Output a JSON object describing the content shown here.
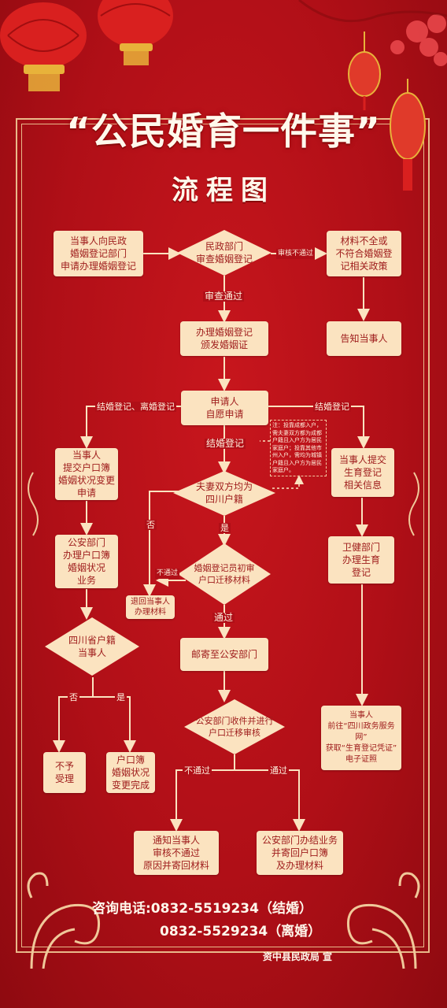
{
  "title": "“公民婚育一件事”",
  "subtitle": "流程图",
  "nodes": {
    "n1": "当事人向民政\n婚姻登记部门\n申请办理婚姻登记",
    "d1": "民政部门\n审查婚姻登记",
    "n2": "材料不全或\n不符合婚姻登\n记相关政策",
    "n3": "告知当事人",
    "n4": "办理婚姻登记\n颁发婚姻证",
    "n5": "申请人\n自愿申请",
    "n6": "当事人\n提交户口簿\n婚姻状况变更\n申请",
    "n7": "公安部门\n办理户口簿\n婚姻状况\n业务",
    "d2": "四川省户籍\n当事人",
    "n8": "不予\n受理",
    "n9": "户口簿\n婚姻状况\n变更完成",
    "d3": "夫妻双方均为\n四川户籍",
    "d4": "婚姻登记员初审\n户口迁移材料",
    "n10": "退回当事人\n办理材料",
    "n11": "邮寄至公安部门",
    "d5": "公安部门收件并进行\n户口迁移审核",
    "n12": "通知当事人\n审核不通过\n原因并寄回材料",
    "n13": "公安部门办结业务\n并寄回户口簿\n及办理材料",
    "n14": "当事人提交\n生育登记\n相关信息",
    "n15": "卫健部门\n办理生育\n登记",
    "n16": "当事人\n前往“四川政务服务网”\n获取“生育登记凭证”\n电子证照"
  },
  "labels": {
    "review_fail": "审核不通过",
    "review_pass": "审查通过",
    "marry_divorce": "结婚登记、离婚登记",
    "marry_left": "结婚登记",
    "marry_right": "结婚登记",
    "no1": "否",
    "yes1": "是",
    "no2": "否",
    "yes2": "是",
    "not_pass1": "不通过",
    "pass1": "通过",
    "not_pass2": "不通过",
    "pass2": "通过"
  },
  "note": "注：投靠成都入户，需夫妻双方都为成都户籍且入户方为居民家庭户；投靠其他市州入户，需均为城镇户籍且入户方为居民家庭户。",
  "contact": {
    "line1": "咨询电话:0832-5519234（结婚）",
    "line2": "0832-5529234（离婚）"
  },
  "issuer": "资中县民政局 宣",
  "colors": {
    "background": "#b00f17",
    "box_fill": "#fbe3c0",
    "box_text": "#9e1b1b",
    "line": "#fbe3c0",
    "frame": "#e9b98a",
    "lantern": "#d9201f",
    "tassel_gold": "#e8b23a"
  },
  "icons": [
    "lantern-icon",
    "plum-blossom-icon",
    "corner-ornament-icon"
  ]
}
